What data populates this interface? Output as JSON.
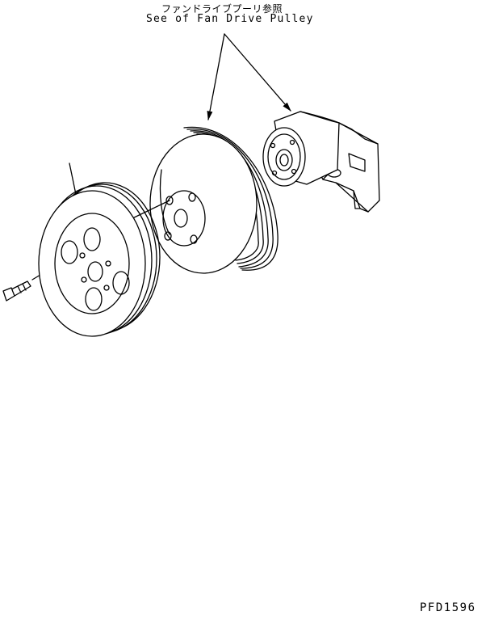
{
  "callout": {
    "japanese": "ファンドライブプーリ参照",
    "english": "See of Fan Drive Pulley"
  },
  "drawing_code": "PFD1596"
}
